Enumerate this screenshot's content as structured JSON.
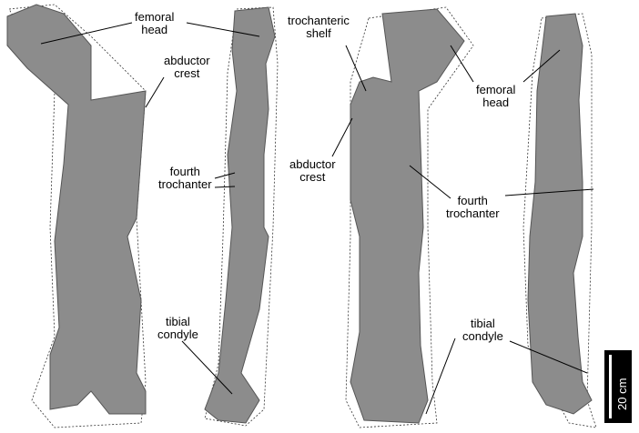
{
  "labels": {
    "femoral_head_1": [
      "femoral",
      "head"
    ],
    "abductor_crest_1": [
      "abductor",
      "crest"
    ],
    "fourth_trochanter_1": [
      "fourth",
      "trochanter"
    ],
    "tibial_condyle_1": [
      "tibial",
      "condyle"
    ],
    "trochanteric_shelf": [
      "trochanteric",
      "shelf"
    ],
    "abductor_crest_2": [
      "abductor",
      "crest"
    ],
    "fourth_trochanter_2": [
      "fourth",
      "trochanter"
    ],
    "femoral_head_2": [
      "femoral",
      "head"
    ],
    "tibial_condyle_2": [
      "tibial",
      "condyle"
    ]
  },
  "scale_bar": "20 cm",
  "colors": {
    "bone": "#8c8c8c",
    "bone_dark": "#5e5e5e"
  }
}
